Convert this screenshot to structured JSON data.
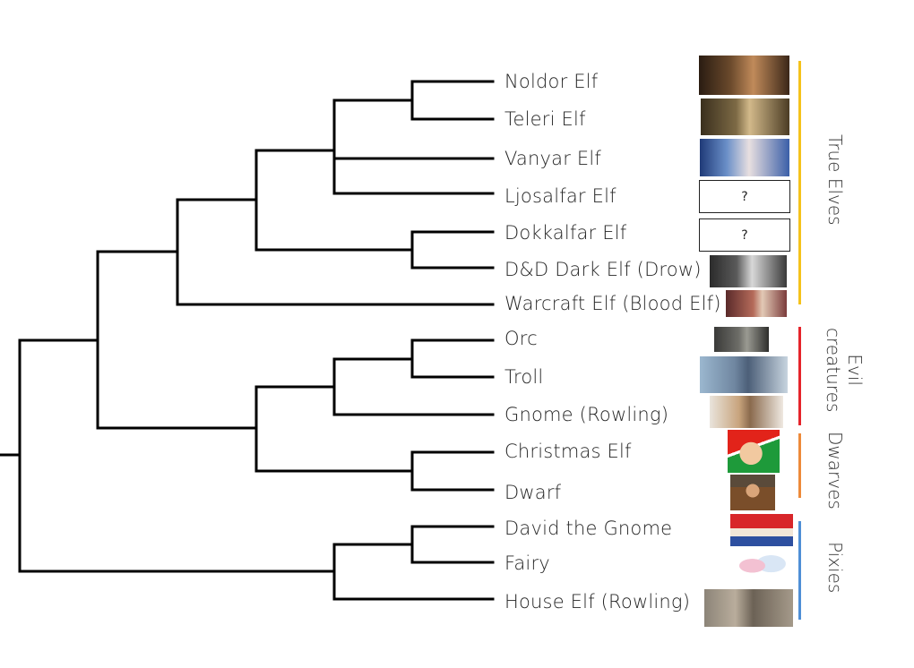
{
  "leaves": [
    {
      "label": "Noldor Elf",
      "thumb": "photo"
    },
    {
      "label": "Teleri Elf",
      "thumb": "photo"
    },
    {
      "label": "Vanyar Elf",
      "thumb": "photo"
    },
    {
      "label": "Ljosalfar Elf",
      "thumb": "unknown"
    },
    {
      "label": "Dokkalfar Elf",
      "thumb": "unknown"
    },
    {
      "label": "D&D Dark Elf (Drow)",
      "thumb": "photo"
    },
    {
      "label": "Warcraft Elf (Blood Elf)",
      "thumb": "photo"
    },
    {
      "label": "Orc",
      "thumb": "photo"
    },
    {
      "label": "Troll",
      "thumb": "photo"
    },
    {
      "label": "Gnome (Rowling)",
      "thumb": "photo"
    },
    {
      "label": "Christmas Elf",
      "thumb": "cartoon"
    },
    {
      "label": "Dwarf",
      "thumb": "cartoon"
    },
    {
      "label": "David the Gnome",
      "thumb": "cartoon"
    },
    {
      "label": "Fairy",
      "thumb": "cartoon"
    },
    {
      "label": "House Elf (Rowling)",
      "thumb": "photo"
    }
  ],
  "unknown_mark": "?",
  "groups": [
    {
      "label": "True Elves",
      "color": "#f5c21b"
    },
    {
      "label": "Evil\ncreatures",
      "color": "#e5242b"
    },
    {
      "label": "Dwarves",
      "color": "#ed8a3a"
    },
    {
      "label": "Pixies",
      "color": "#4f8fd6"
    }
  ]
}
